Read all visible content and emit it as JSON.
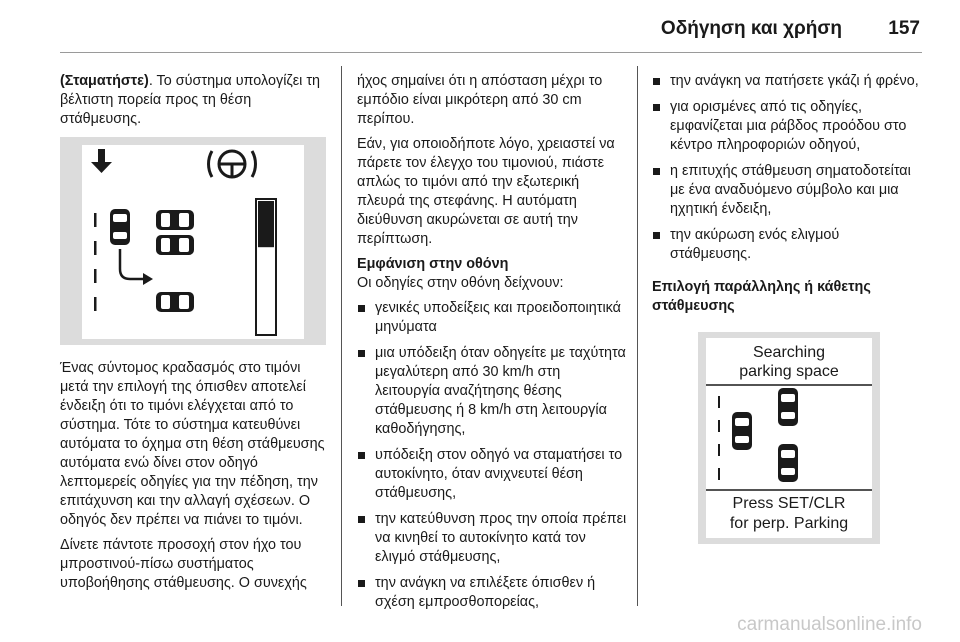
{
  "header": {
    "title": "Οδήγηση και χρήση",
    "page_number": "157"
  },
  "col1": {
    "intro_bold": "(Σταματήστε)",
    "intro_rest": ". Το σύστημα υπολογίζει τη βέλτιστη πορεία προς τη θέση στάθμευσης.",
    "para2": "Ένας σύντομος κραδασμός στο τιμόνι μετά την επιλογή της όπισθεν αποτελεί ένδειξη ότι το τιμόνι ελέγχεται από το σύστημα. Τότε το σύστημα κατευθύνει αυτόματα το όχημα στη θέση στάθμευσης αυτόματα ενώ δίνει στον οδηγό λεπτομερείς οδηγίες για την πέδηση, την επιτάχυνση και την αλλαγή σχέσεων. Ο οδηγός δεν πρέπει να πιάνει το τιμόνι.",
    "para3": "Δίνετε πάντοτε προσοχή στον ήχο του μπροστινού-πίσω συστήματος υποβοήθησης στάθμευσης. Ο συνεχής"
  },
  "col2": {
    "para1": "ήχος σημαίνει ότι η απόσταση μέχρι το εμπόδιο είναι μικρότερη από 30 cm περίπου.",
    "para2": "Εάν, για οποιοδήποτε λόγο, χρειαστεί να πάρετε τον έλεγχο του τιμονιού, πιάστε απλώς το τιμόνι από την εξωτερική πλευρά της στεφάνης. Η αυτόματη διεύθυνση ακυρώνεται σε αυτή την περίπτωση.",
    "heading": "Εμφάνιση στην οθόνη",
    "list_intro": "Οι οδηγίες στην οθόνη δείχνουν:",
    "bullets": [
      "γενικές υποδείξεις και προειδοποιητικά μηνύματα",
      "μια υπόδειξη όταν οδηγείτε με ταχύτητα μεγαλύτερη από 30 km/h στη λειτουργία αναζήτησης θέσης στάθμευσης ή 8 km/h στη λειτουργία καθοδήγησης,",
      "υπόδειξη στον οδηγό να σταματήσει το αυτοκίνητο, όταν ανιχνευτεί θέση στάθμευσης,",
      "την κατεύθυνση προς την οποία πρέπει να κινηθεί το αυτοκίνητο κατά τον ελιγμό στάθμευσης,",
      "την ανάγκη να επιλέξετε όπισθεν ή σχέση εμπροσθοπορείας,"
    ]
  },
  "col3": {
    "bullets": [
      "την ανάγκη να πατήσετε γκάζι ή φρένο,",
      "για ορισμένες από τις οδηγίες, εμφανίζεται μια ράβδος προόδου στο κέντρο πληροφοριών οδηγού,",
      "η επιτυχής στάθμευση σηματοδοτείται με ένα αναδυόμενο σύμβολο και μια ηχητική ένδειξη,",
      "την ακύρωση ενός ελιγμού στάθμευσης."
    ],
    "heading": "Επιλογή παράλληλης ή κάθετης στάθμευσης"
  },
  "display": {
    "top_line1": "Searching",
    "top_line2": "parking space",
    "bottom_line1": "Press SET/CLR",
    "bottom_line2": "for perp. Parking"
  },
  "display1": {
    "progress_fraction": 0.35
  },
  "watermark": "carmanualsonline.info"
}
